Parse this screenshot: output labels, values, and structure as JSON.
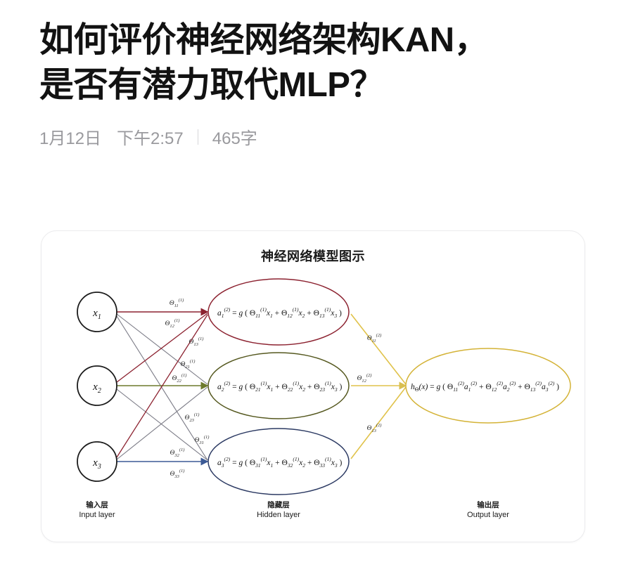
{
  "article": {
    "title": "如何评价神经网络架构KAN，\n是否有潜力取代MLP？",
    "meta": {
      "date": "1月12日",
      "time": "下午2:57",
      "word_count": "465字"
    }
  },
  "diagram": {
    "title": "神经网络模型图示",
    "layers": {
      "input": {
        "cn": "输入层",
        "en": "Input layer"
      },
      "hidden": {
        "cn": "隐藏层",
        "en": "Hidden layer"
      },
      "output": {
        "cn": "输出层",
        "en": "Output layer"
      }
    },
    "input_nodes": [
      {
        "id": "x1",
        "base": "x",
        "sub": "1"
      },
      {
        "id": "x2",
        "base": "x",
        "sub": "2"
      },
      {
        "id": "x3",
        "base": "x",
        "sub": "3"
      }
    ],
    "hidden_nodes": [
      {
        "id": "a1",
        "color": "#8c2230",
        "lhs_base": "a",
        "lhs_sub": "1",
        "lhs_sup": "(2)",
        "eq_text": "= g ( Θ₁₁⁽¹⁾x₁ + Θ₁₂⁽¹⁾x₂ + Θ₁₃⁽¹⁾x₃ )",
        "terms": [
          {
            "theta_sub": "11",
            "theta_sup": "(1)",
            "var_base": "x",
            "var_sub": "1"
          },
          {
            "theta_sub": "12",
            "theta_sup": "(1)",
            "var_base": "x",
            "var_sub": "2"
          },
          {
            "theta_sub": "13",
            "theta_sup": "(1)",
            "var_base": "x",
            "var_sub": "3"
          }
        ]
      },
      {
        "id": "a2",
        "color": "#55581f",
        "lhs_base": "a",
        "lhs_sub": "2",
        "lhs_sup": "(2)",
        "eq_text": "= g ( Θ₂₁⁽¹⁾x₁ + Θ₂₂⁽¹⁾x₂ + Θ₂₃⁽¹⁾x₃ )",
        "terms": [
          {
            "theta_sub": "21",
            "theta_sup": "(1)",
            "var_base": "x",
            "var_sub": "1"
          },
          {
            "theta_sub": "22",
            "theta_sup": "(1)",
            "var_base": "x",
            "var_sub": "2"
          },
          {
            "theta_sub": "23",
            "theta_sup": "(1)",
            "var_base": "x",
            "var_sub": "3"
          }
        ]
      },
      {
        "id": "a3",
        "color": "#2c3a63",
        "lhs_base": "a",
        "lhs_sub": "3",
        "lhs_sup": "(2)",
        "eq_text": "= g ( Θ₃₁⁽¹⁾x₁ + Θ₃₂⁽¹⁾x₂ + Θ₃₃⁽¹⁾x₃ )",
        "terms": [
          {
            "theta_sub": "31",
            "theta_sup": "(1)",
            "var_base": "x",
            "var_sub": "1"
          },
          {
            "theta_sub": "32",
            "theta_sup": "(1)",
            "var_base": "x",
            "var_sub": "2"
          },
          {
            "theta_sub": "33",
            "theta_sup": "(1)",
            "var_base": "x",
            "var_sub": "3"
          }
        ]
      }
    ],
    "output_node": {
      "id": "h",
      "color": "#d4b337",
      "lhs": "hΘ(x)",
      "terms": [
        {
          "theta_sub": "11",
          "theta_sup": "(2)",
          "var_base": "a",
          "var_sub": "1",
          "var_sup": "(2)"
        },
        {
          "theta_sub": "12",
          "theta_sup": "(2)",
          "var_base": "a",
          "var_sub": "2",
          "var_sup": "(2)"
        },
        {
          "theta_sub": "13",
          "theta_sup": "(2)",
          "var_base": "a",
          "var_sub": "3",
          "var_sup": "(2)"
        }
      ]
    },
    "layer1_weight_labels": [
      {
        "sub": "11",
        "sup": "(1)"
      },
      {
        "sub": "12",
        "sup": "(1)"
      },
      {
        "sub": "13",
        "sup": "(1)"
      },
      {
        "sub": "21",
        "sup": "(1)"
      },
      {
        "sub": "22",
        "sup": "(1)"
      },
      {
        "sub": "23",
        "sup": "(1)"
      },
      {
        "sub": "31",
        "sup": "(1)"
      },
      {
        "sub": "32",
        "sup": "(1)"
      },
      {
        "sub": "33",
        "sup": "(1)"
      }
    ],
    "layer2_weight_labels": [
      {
        "sub": "11",
        "sup": "(2)"
      },
      {
        "sub": "12",
        "sup": "(2)"
      },
      {
        "sub": "13",
        "sup": "(2)"
      }
    ],
    "colors": {
      "node_stroke": "#1c1c1c",
      "edge_default": "#7b7b86",
      "edge_red": "#8c2230",
      "edge_green": "#6d7a2c",
      "edge_blue": "#3c5a96",
      "edge_gold": "#e0c24a",
      "card_border": "#ebebed",
      "label_text": "#1a1a1a"
    }
  }
}
